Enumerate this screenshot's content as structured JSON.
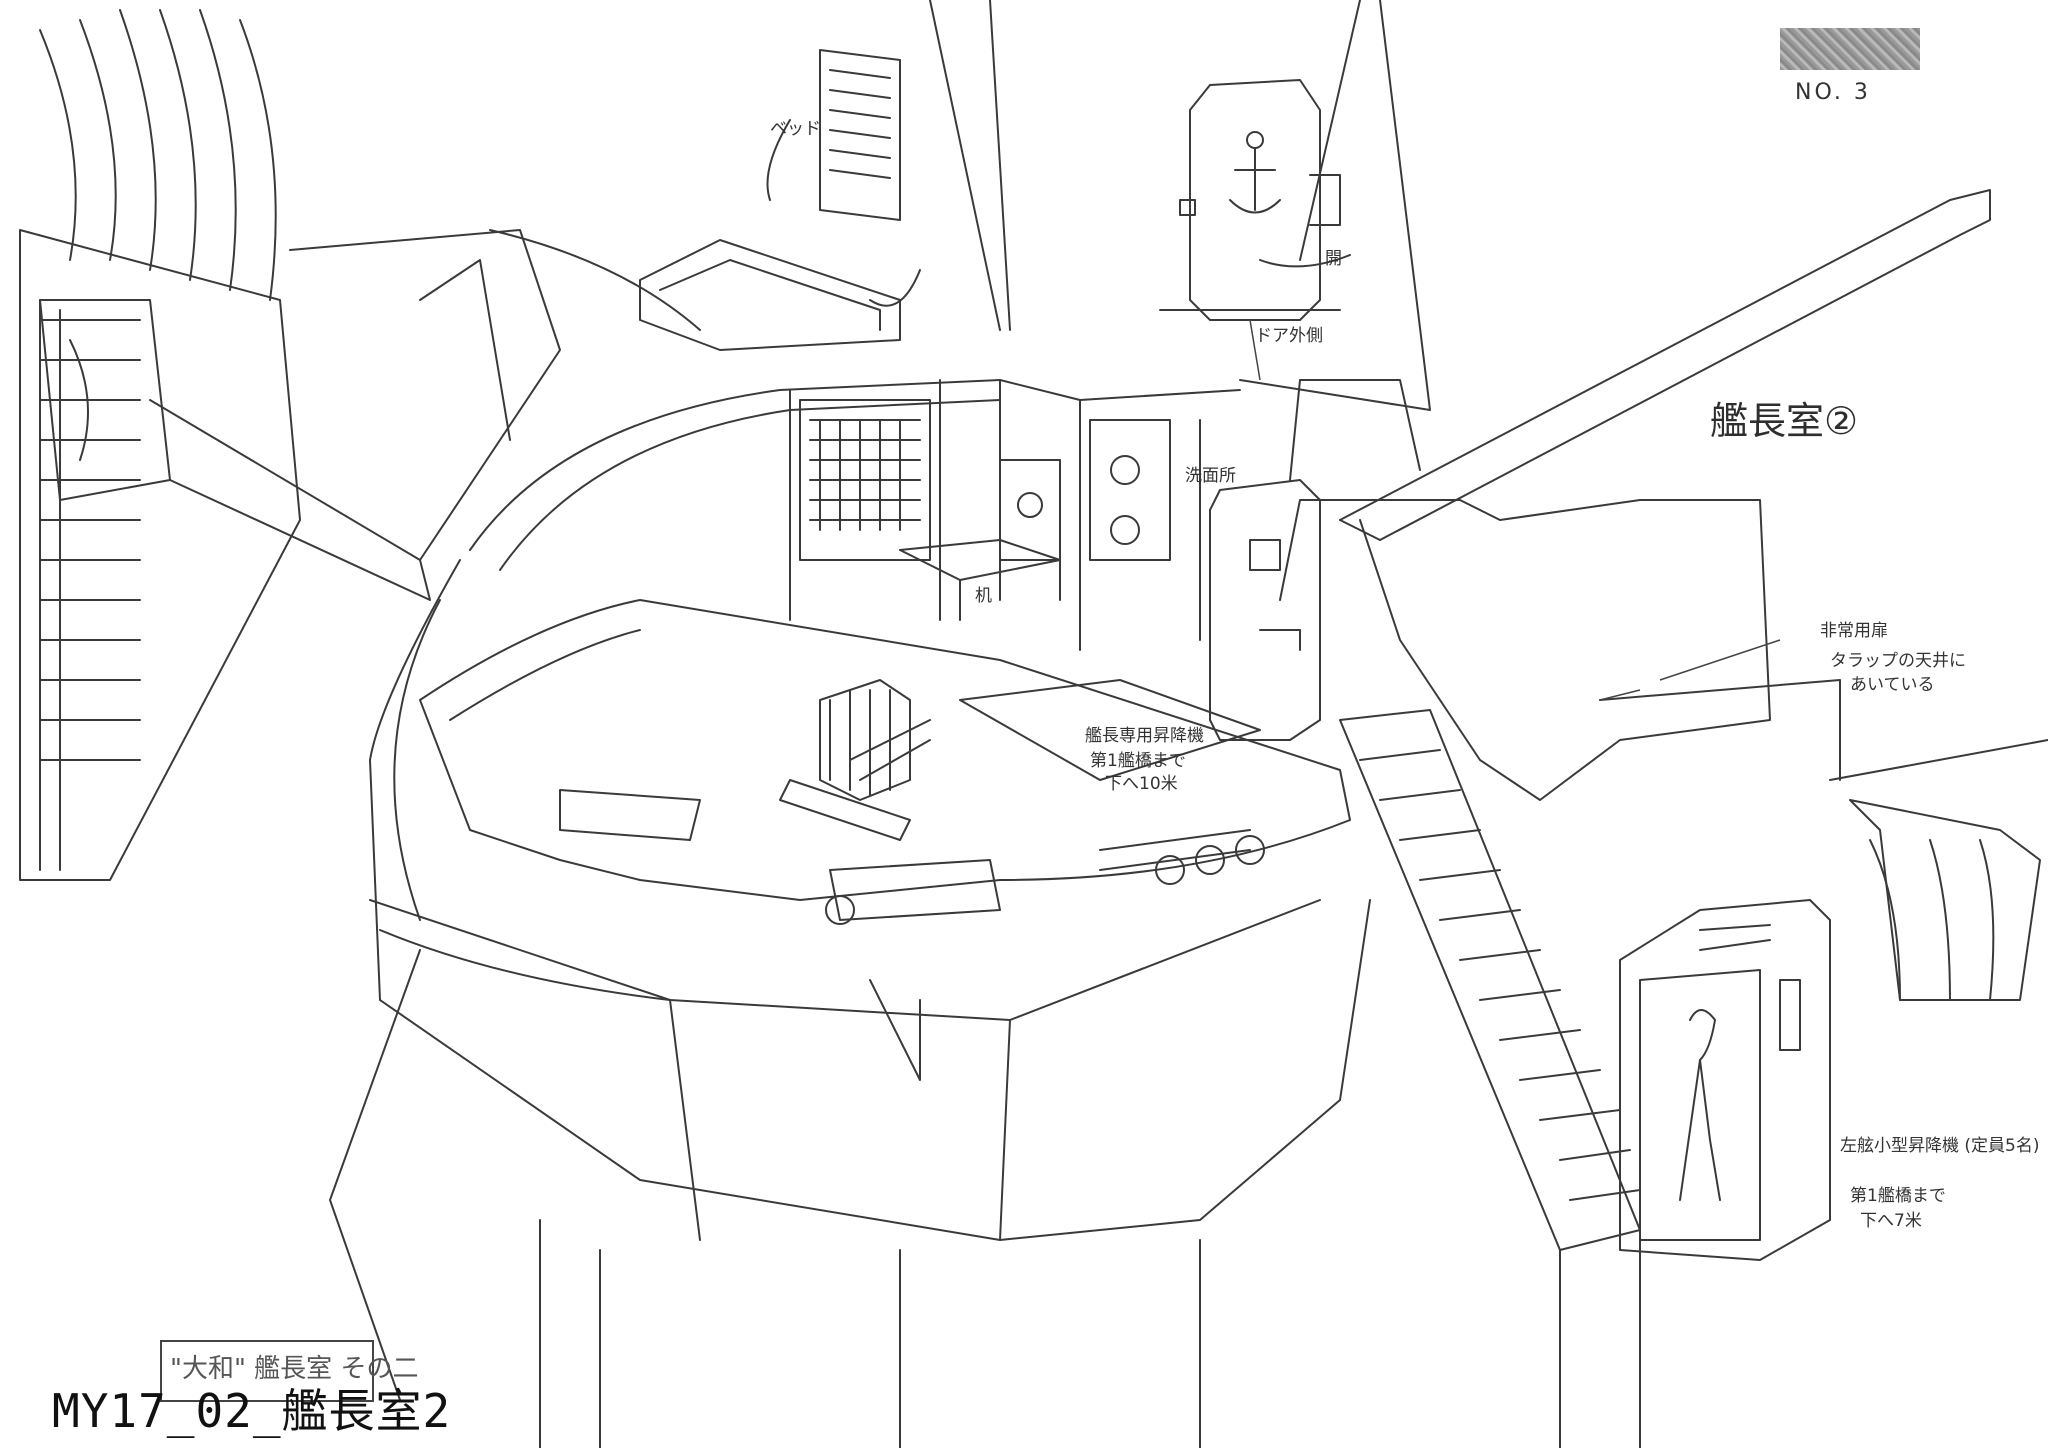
{
  "sheet": {
    "number": "NO. 3",
    "room_title": "艦長室②",
    "caption": "MY17_02_艦長室2",
    "stamp_text": "\"大和\" 艦長室 その二"
  },
  "annotations": {
    "bed": "ベッド",
    "door_outside": "ドア外側",
    "open": "開",
    "washroom": "洗面所",
    "desk": "机",
    "emergency_hatch": "非常用扉",
    "hatch_note_1": "タラップの天井に",
    "hatch_note_2": "あいている",
    "captain_elevator_1": "艦長専用昇降機",
    "captain_elevator_2": "第1艦橋まで",
    "captain_elevator_3": "下へ10米",
    "small_elevator_1": "左舷小型昇降機 (定員5名)",
    "small_elevator_2": "第1艦橋まで",
    "small_elevator_3": "下へ7米"
  },
  "colors": {
    "ink": "#2a2a2a",
    "paper": "#ffffff"
  }
}
